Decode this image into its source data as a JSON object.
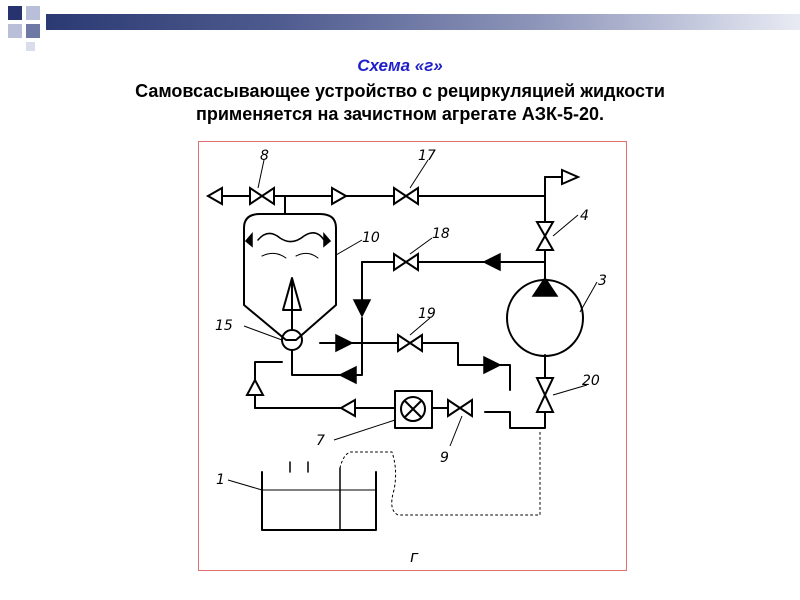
{
  "slide": {
    "title_line1": "Схема «г»",
    "title_line2": "Самовсасывающее устройство с рециркуляцией жидкости",
    "title_line3": "применяется на зачистном агрегате АЗК-5-20."
  },
  "diagram": {
    "labels": {
      "l8": "8",
      "l17": "17",
      "l4": "4",
      "l10": "10",
      "l18": "18",
      "l3": "3",
      "l15": "15",
      "l19": "19",
      "l20": "20",
      "l7": "7",
      "l9": "9",
      "l1": "1",
      "caption": "г"
    }
  },
  "colors": {
    "title_accent": "#1f1fc9",
    "frame": "#e07070",
    "bar_dark": "#2b3a73"
  }
}
